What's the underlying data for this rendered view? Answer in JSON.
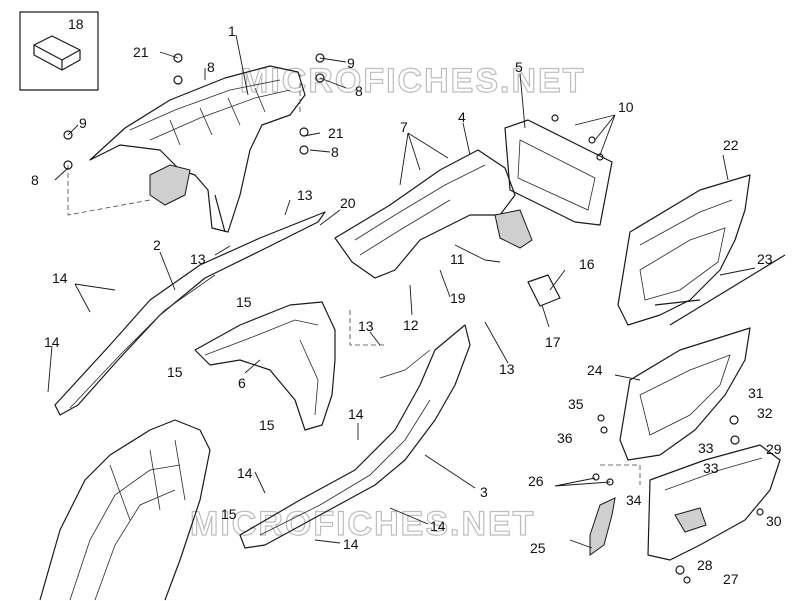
{
  "watermark": "MICROFICHES.NET",
  "callouts": {
    "c1": "1",
    "c2": "2",
    "c3": "3",
    "c4": "4",
    "c5": "5",
    "c6": "6",
    "c7": "7",
    "c8a": "8",
    "c8b": "8",
    "c8c": "8",
    "c8d": "8",
    "c9a": "9",
    "c9b": "9",
    "c10": "10",
    "c11": "11",
    "c12": "12",
    "c13a": "13",
    "c13b": "13",
    "c13c": "13",
    "c13d": "13",
    "c14a": "14",
    "c14b": "14",
    "c14c": "14",
    "c14d": "14",
    "c14e": "14",
    "c14f": "14",
    "c15a": "15",
    "c15b": "15",
    "c15c": "15",
    "c15d": "15",
    "c16": "16",
    "c17": "17",
    "c18": "18",
    "c19": "19",
    "c20": "20",
    "c21a": "21",
    "c21b": "21",
    "c22": "22",
    "c23": "23",
    "c24": "24",
    "c25": "25",
    "c26": "26",
    "c27": "27",
    "c28": "28",
    "c29": "29",
    "c30": "30",
    "c31": "31",
    "c32": "32",
    "c33a": "33",
    "c33b": "33",
    "c34": "34",
    "c35": "35",
    "c36": "36"
  }
}
